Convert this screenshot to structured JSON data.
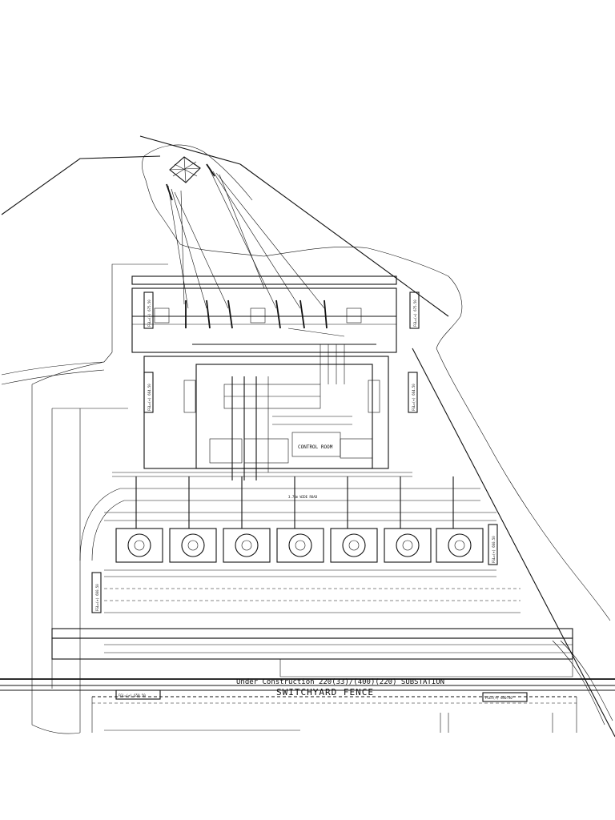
{
  "labels": {
    "substation": "Under Construction 220(33)/(400)(220) SUBSTATION",
    "switchyard_fence": "SWITCHYARD FENCE",
    "control_room": "CONTROL ROOM",
    "fgl_left_bottom": "FGL=(+) 650.50",
    "fgl_right_bottom": "FGL=(+) 650.50",
    "fgl_top_left": "FGL=(+) 675.50",
    "fgl_top_right": "FGL=(+) 675.50",
    "fgl_mid_left": "FGL=(+) 664.50",
    "fgl_mid_right": "FGL=(+) 664.50",
    "fgl_low_left": "FGL=(+) 660.50",
    "fgl_low_right": "FGL=(+) 660.50",
    "road_label": "3.75m WIDE ROAD"
  }
}
